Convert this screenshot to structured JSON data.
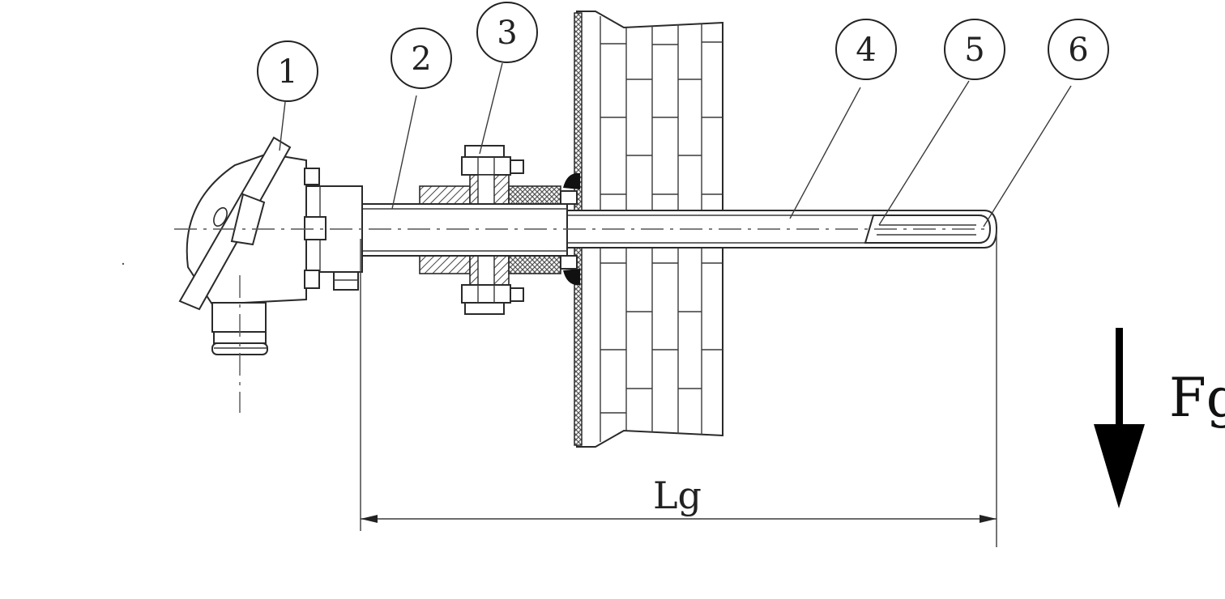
{
  "callouts": [
    {
      "id": "1",
      "label": "1"
    },
    {
      "id": "2",
      "label": "2"
    },
    {
      "id": "3",
      "label": "3"
    },
    {
      "id": "4",
      "label": "4"
    },
    {
      "id": "5",
      "label": "5"
    },
    {
      "id": "6",
      "label": "6"
    }
  ],
  "dimension": {
    "label": "Lg"
  },
  "force": {
    "label": "Fg",
    "direction": "down",
    "icon": "arrow-down-icon"
  },
  "colors": {
    "line": "#2a2a2a",
    "hatch": "#555555",
    "background": "#ffffff"
  }
}
